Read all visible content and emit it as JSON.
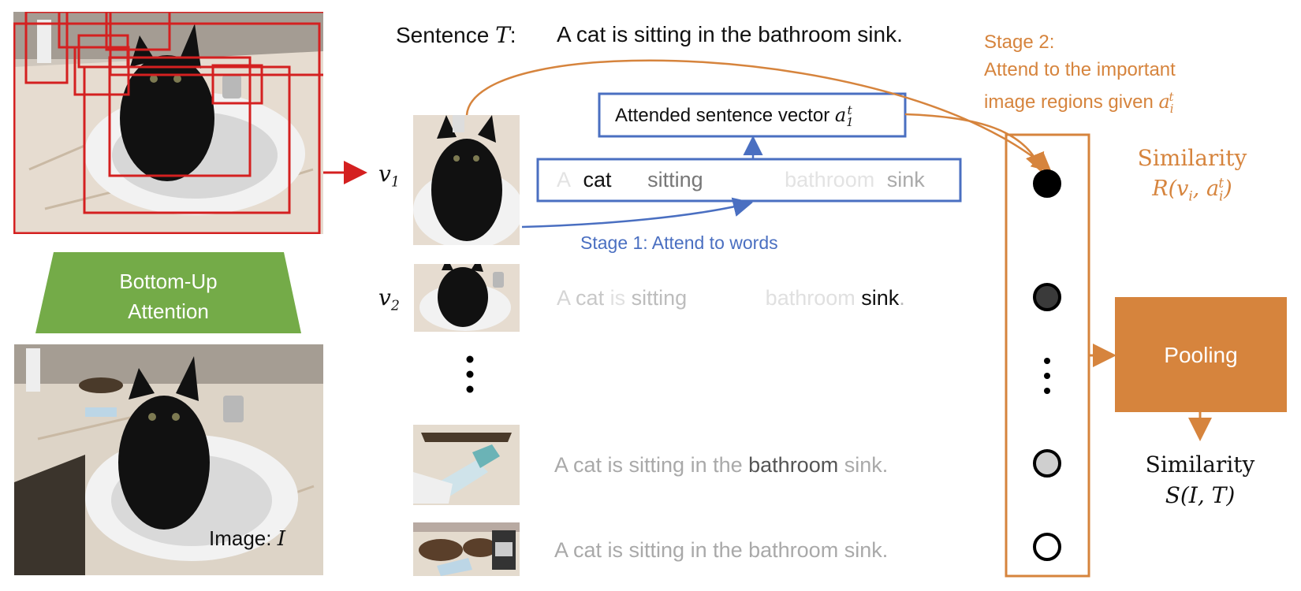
{
  "colors": {
    "orange": "#d6843d",
    "blue": "#4a6fc1",
    "red": "#d42020",
    "green": "#74ab48",
    "pooling": "#d6843d"
  },
  "header": {
    "label": "Sentence",
    "symbol": "T",
    "colon": ":",
    "sentence": "A cat is sitting in the bathroom sink."
  },
  "left": {
    "bottom_up_line1": "Bottom-Up",
    "bottom_up_line2": "Attention",
    "image_label": "Image:",
    "image_symbol": "I"
  },
  "regions": {
    "v1_base": "v",
    "v1_sub": "1",
    "v2_base": "v",
    "v2_sub": "2",
    "row1_words": [
      "A",
      "cat",
      "sitting",
      "bathroom",
      "sink"
    ],
    "row2_words": [
      "A",
      "cat",
      "is",
      "sitting",
      "bathroom",
      "sink",
      "."
    ],
    "row3_sentence_pre": "A cat is sitting in the",
    "row3_highlight": "bathroom",
    "row3_sentence_post": "sink.",
    "row4_sentence": "A cat is sitting in the bathroom sink."
  },
  "stage1": {
    "label": "Stage 1: Attend to words"
  },
  "attended": {
    "label": "Attended sentence vector",
    "symbol_base": "a",
    "symbol_sub": "1",
    "symbol_sup": "t"
  },
  "stage2": {
    "line1": "Stage 2:",
    "line2": "Attend to the important",
    "line3": "image regions given",
    "sym_base": "a",
    "sym_sub": "i",
    "sym_sup": "t"
  },
  "similarity_r": {
    "title": "Similarity",
    "formula_pre": "R(v",
    "formula_sub1": "i",
    "formula_mid": ", a",
    "formula_sub2": "i",
    "formula_sup2": "t",
    "formula_post": ")"
  },
  "pooling": {
    "label": "Pooling"
  },
  "similarity_s": {
    "title": "Similarity",
    "formula": "S(I, T)"
  },
  "icons": {
    "dots_vertical": "vertical-ellipsis-icon",
    "circle": "attention-circle-icon"
  }
}
